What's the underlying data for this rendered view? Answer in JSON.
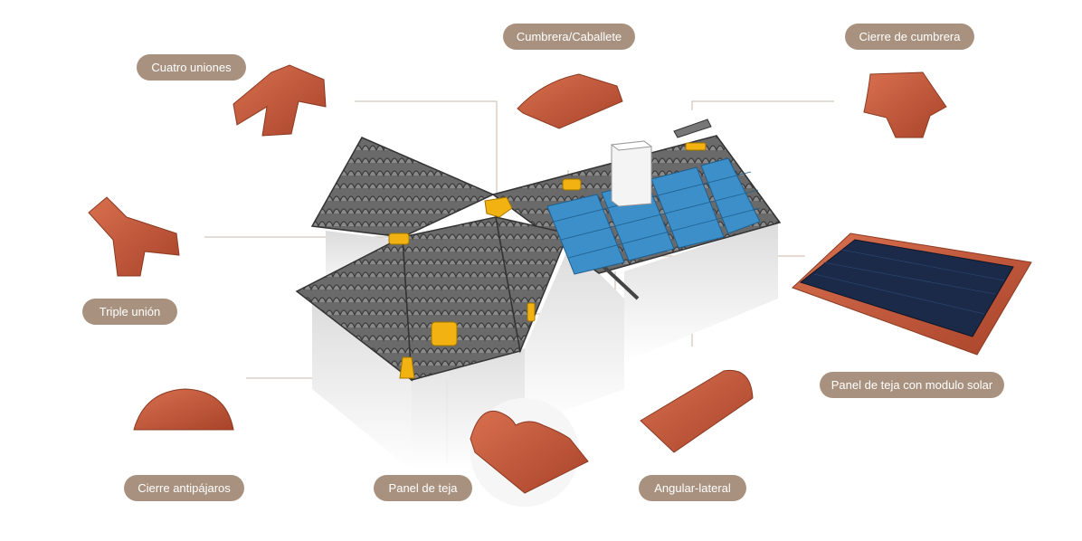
{
  "labels": {
    "cuatro_uniones": "Cuatro uniones",
    "cumbrera_caballete": "Cumbrera/Caballete",
    "cierre_cumbrera": "Cierre de cumbrera",
    "triple_union": "Triple unión",
    "panel_solar": "Panel de teja con modulo solar",
    "cierre_antipajaros": "Cierre antipájaros",
    "panel_teja": "Panel de teja",
    "angular_lateral": "Angular-lateral"
  },
  "colors": {
    "pill": "#a8927f",
    "leader": "#c9b8a8",
    "tile_gray": "#6e6e6e",
    "terracotta": "#c0583a",
    "highlight": "#f2b312",
    "solar": "#3d8fc9"
  }
}
